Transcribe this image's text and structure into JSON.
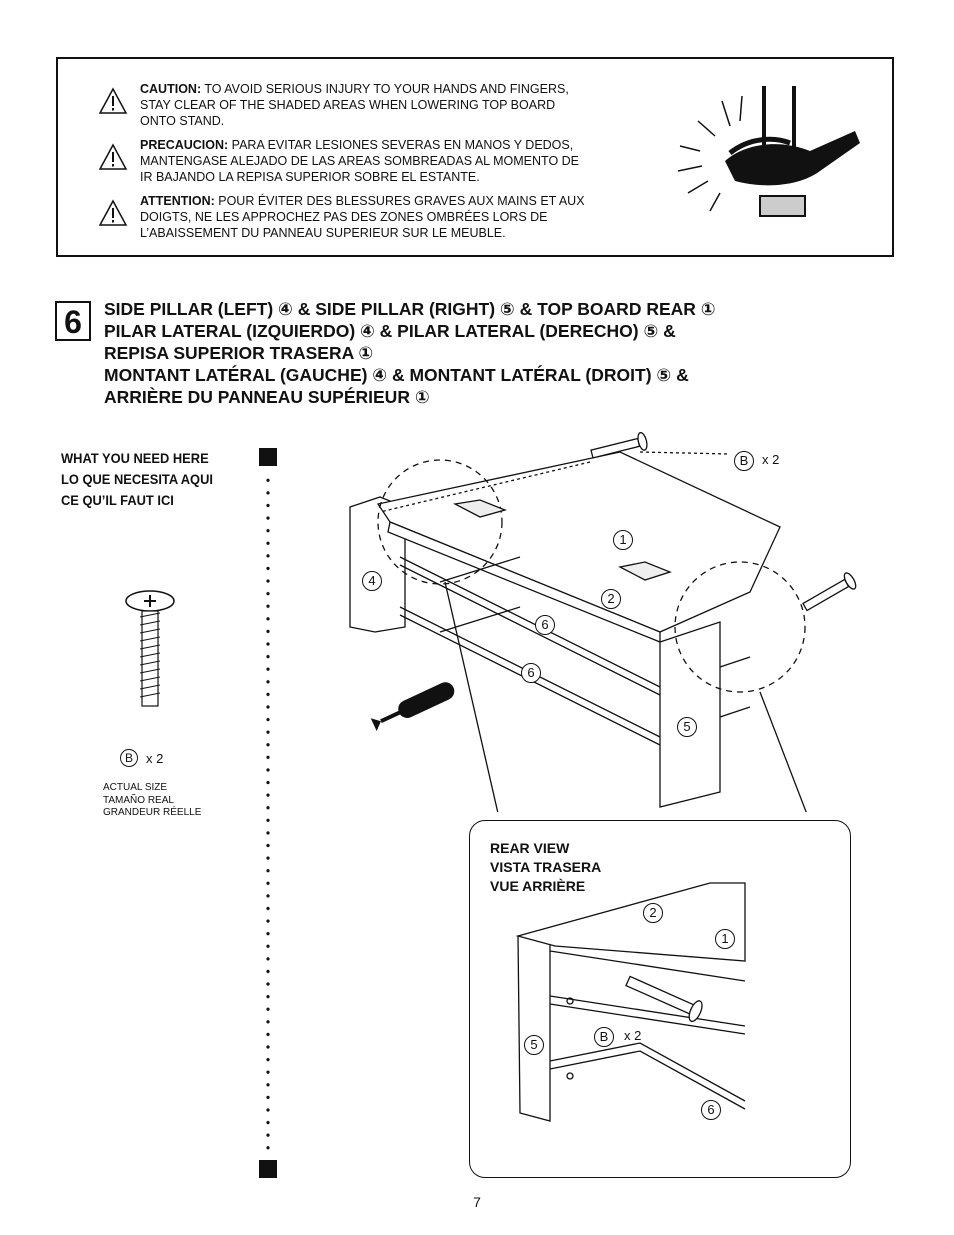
{
  "cautions": [
    {
      "heading": "CAUTION:",
      "lines": [
        " TO AVOID SERIOUS INJURY TO YOUR HANDS AND FINGERS,",
        "STAY CLEAR OF THE SHADED AREAS WHEN LOWERING TOP BOARD",
        "ONTO STAND."
      ]
    },
    {
      "heading": "PRECAUCION:",
      "lines": [
        " PARA EVITAR LESIONES SEVERAS EN MANOS Y DEDOS,",
        "MANTENGASE ALEJADO DE LAS AREAS SOMBREADAS AL MOMENTO DE",
        "IR BAJANDO LA REPISA SUPERIOR SOBRE EL ESTANTE."
      ]
    },
    {
      "heading": "ATTENTION:",
      "lines": [
        " POUR ÉVITER DES BLESSURES GRAVES AUX MAINS ET AUX",
        "DOIGTS, NE LES APPROCHEZ PAS DES ZONES OMBRÉES LORS DE",
        "L’ABAISSEMENT DU PANNEAU SUPERIEUR SUR LE MEUBLE."
      ]
    }
  ],
  "step": {
    "number": "6",
    "title_lines": [
      "SIDE PILLAR (LEFT) ④ &  SIDE PILLAR (RIGHT) ⑤ &  TOP BOARD REAR ①",
      "PILAR LATERAL (IZQUIERDO) ④ &  PILAR LATERAL (DERECHO) ⑤ &",
      "REPISA SUPERIOR TRASERA ①",
      "MONTANT LATÉRAL (GAUCHE) ④ &  MONTANT LATÉRAL (DROIT) ⑤ &",
      "ARRIÈRE DU PANNEAU SUPÉRIEUR  ①"
    ]
  },
  "parts_needed": {
    "heading_lines": [
      "WHAT YOU NEED HERE",
      "LO QUE NECESITA AQUI",
      "CE QU’IL FAUT ICI"
    ],
    "part_letter": "B",
    "quantity": "x  2",
    "size_note_lines": [
      "ACTUAL SIZE",
      "TAMAÑO REAL",
      "GRANDEUR RÉELLE"
    ]
  },
  "main_diagram": {
    "screw_letter": "B",
    "screw_quantity": "x  2",
    "callouts": [
      "1",
      "2",
      "4",
      "5",
      "6",
      "6"
    ]
  },
  "rear_view": {
    "label_lines": [
      "REAR VIEW",
      "VISTA TRASERA",
      "VUE ARRIÈRE"
    ],
    "screw_letter": "B",
    "screw_quantity": "x  2",
    "callouts": [
      "2",
      "1",
      "5",
      "6"
    ]
  },
  "page_number": "7"
}
